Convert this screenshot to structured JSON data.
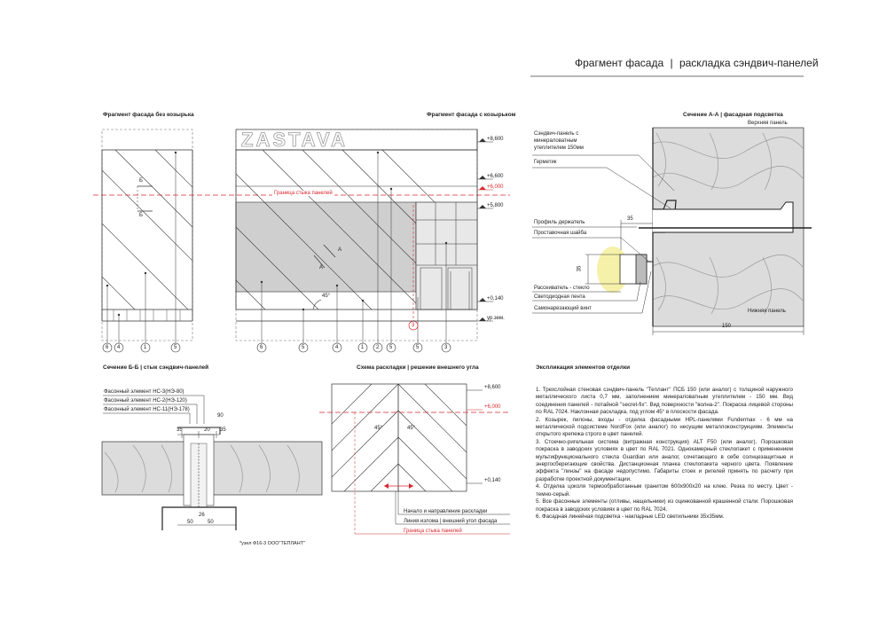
{
  "header": {
    "title": "Фрагмент фасада",
    "divider": "|",
    "subtitle": "раскладка сэндвич-панелей"
  },
  "panels": {
    "facade_no_canopy": "Фрагмент фасада без козырька",
    "facade_canopy": "Фрагмент фасада с козырьком",
    "section_aa": "Сечение А-А | фасадная подсветка",
    "section_bb": "Сечение Б-Б | стык сэндвич-панелей",
    "scheme": "Схема раскладки | решение внешнего угла",
    "explication_title": "Экспликация элементов отделки"
  },
  "levels": {
    "l8600": "+8,600",
    "l6600": "+6,600",
    "l6000": "+6,000",
    "l5800": "+5,800",
    "l0140": "+0,140",
    "ground": "ур.зем."
  },
  "facade": {
    "brand": "ZASTAVA",
    "joint_label": "Граница стыка панелей",
    "angle": "45°",
    "mark_b": "Б",
    "mark_a": "А",
    "callouts_left": [
      "6",
      "4",
      "1",
      "5"
    ],
    "callouts_right": [
      "6",
      "5",
      "4",
      "1",
      "2",
      "5",
      "3"
    ],
    "red_callout": "3"
  },
  "section_aa": {
    "labels": [
      "Сэндвич-панель с",
      "минераловатным",
      "утеплителем 150мм",
      "Герметик",
      "Профиль держатель",
      "Проставочная шайба",
      "Рассеиватель - стекло",
      "Светодиодная лента",
      "Самонарезающий винт"
    ],
    "top_panel": "Верхняя панель",
    "bottom_panel": "Нижняя панель",
    "dim_35a": "35",
    "dim_35b": "35",
    "dim_150": "150"
  },
  "section_bb": {
    "labels": [
      "Фасонный элемент НС-3(НЭ-80)",
      "Фасонный элемент НС-2(НЭ-120)",
      "Фасонный элемент НС-11(НЭ-178)"
    ],
    "dims": [
      "90",
      "35",
      "20",
      "35",
      "26",
      "50",
      "50"
    ],
    "node": "*узел Ф16-3 ООО\"ТЕПЛАНТ\""
  },
  "scheme": {
    "angle_left": "45°",
    "angle_right": "45°",
    "legend_1": "Начало и направление раскладки",
    "legend_2": "Линия излома | внешний угол фасада",
    "legend_3": "Граница стыка панелей"
  },
  "explication": [
    "1. Трехслойная стеновая сэндвич-панель \"Теплант\" ПСБ 150 (или аналог) с толщиной наружного металлического листа 0,7 мм, заполнением минераловатным утеплителем - 150 мм. Вид соединения панелей - потайной \"secret-fix\". Вид поверхности \"волна-2\". Покраска лицевой стороны по RAL 7024. Наклонная раскладка, под углом 45° в плоскости фасада.",
    "2. Козырек, пилоны, входы - отделка фасадными HPL-панелями Fundermax - 6 мм на металлической подсистеме NordFox (или аналог) по несущим металлоконструкциям. Элементы открытого крепежа строго в цвет панелей.",
    "3. Стоечно-ригельная система (витражная конструкция) ALT F50 (или аналог). Порошковая покраска в заводских условиях в цвет по RAL 7021. Однокамерный стеклопакет с применением мультифункционального стекла Guardian или аналог, сочетающего в себе солнцезащитные и энергосберегающие свойства. Дистанционная планка стеклопакета черного цвета. Появление эффекта \"линзы\" на фасаде недопустимо. Габариты стоек и ригелей принять по расчету при разработке проектной документации.",
    "4. Отделка цоколя термообработанным гранитом 600х900х20 на клею. Резка по месту. Цвет - темно-серый.",
    "5. Все фасонные элементы (отливы, нащельники) из оцинкованной крашенной стали. Порошковая покраска в заводских условиях в цвет по RAL 7024.",
    "6. Фасадная линейная подсветка - накладные LED светильники 35х35мм."
  ],
  "colors": {
    "red": "#d8292f",
    "glass": "#cfcfcf",
    "insulation": "#dcdcdc",
    "led": "#f4ef9a"
  }
}
